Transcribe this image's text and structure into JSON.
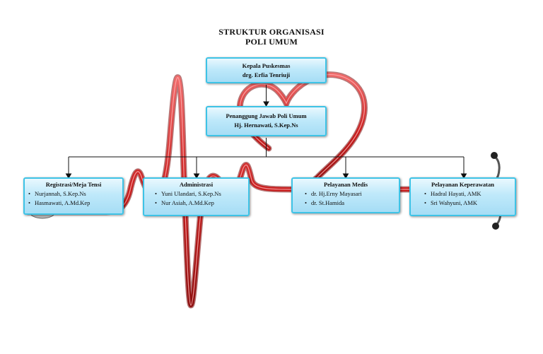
{
  "title": {
    "line1": "STRUKTUR ORGANISASI",
    "line2": "POLI UMUM"
  },
  "kepala": {
    "role": "Kepala Puskesmas",
    "name": "drg. Erfia Tenriuji"
  },
  "penanggung": {
    "role": "Penanggung Jawab Poli Umum",
    "name": "Hj. Hernawati, S.Kep.Ns"
  },
  "units": [
    {
      "title": "Registrasi/Meja Tensi",
      "members": [
        "Nurjannah, S.Kep.Ns",
        "Hasmawati, A.Md.Kep"
      ]
    },
    {
      "title": "Administrasi",
      "members": [
        "Yuni Ulandari, S.Kep.Ns",
        "Nur Asiah, A.Md.Kep"
      ]
    },
    {
      "title": "Pelayanan Medis",
      "members": [
        "dr. Hj.Erny Mayasari",
        "dr. St.Hamida"
      ]
    },
    {
      "title": "Pelayanan Keperawatan",
      "members": [
        "Hadral Hayati, AMK",
        "Sri Wahyuni, AMK"
      ]
    }
  ],
  "colors": {
    "box_border": "#3ec3e6",
    "heartbeat_line": "#d42a2a",
    "connector": "#111111"
  }
}
